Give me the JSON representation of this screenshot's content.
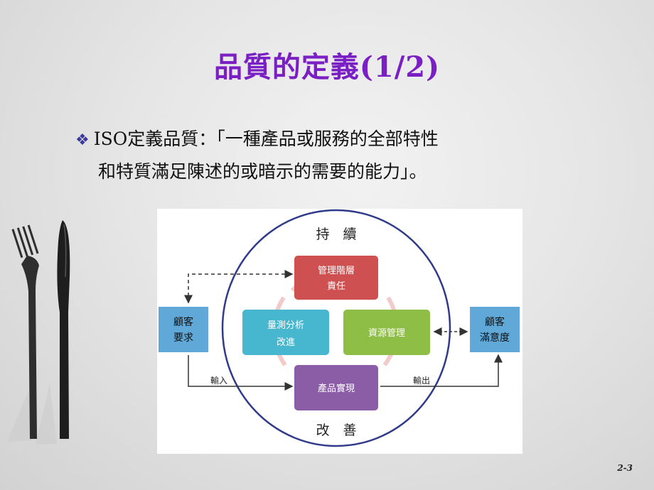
{
  "slide": {
    "title": "品質的定義(1/2)",
    "bullet_line1": "ISO定義品質：「一種產品或服務的全部特性",
    "bullet_line2": "和特質滿足陳述的或暗示的需要的能力」。",
    "page_number": "2-3"
  },
  "diagram": {
    "top_label": "持　續",
    "bottom_label": "改　善",
    "box_management_line1": "管理階層",
    "box_management_line2": "責任",
    "box_measure_line1": "量測分析",
    "box_measure_line2": "改進",
    "box_resource": "資源管理",
    "box_product": "產品實現",
    "left_box_line1": "顧客",
    "left_box_line2": "要求",
    "right_box_line1": "顧客",
    "right_box_line2": "滿意度",
    "input_label": "輸入",
    "output_label": "輸出",
    "colors": {
      "management": "#cf5050",
      "measure": "#47b6cf",
      "resource": "#8ebe46",
      "product": "#8b5da6",
      "customer": "#5fa8d8"
    }
  }
}
